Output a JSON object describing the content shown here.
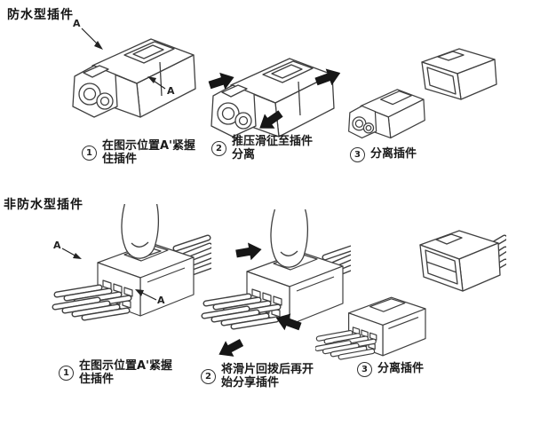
{
  "page": {
    "background": "#ffffff",
    "ink": "#3f3f3f",
    "text_color": "#161616"
  },
  "sections": [
    {
      "title": "防水型插件",
      "point_label": "A",
      "steps": [
        {
          "num": "1",
          "line1": "在图示位置A'紧握",
          "line2": "住插件"
        },
        {
          "num": "2",
          "line1": "推压滑征至插件",
          "line2": "分离"
        },
        {
          "num": "3",
          "line1": "分离插件",
          "line2": ""
        }
      ]
    },
    {
      "title": "非防水型插件",
      "point_label": "A",
      "steps": [
        {
          "num": "1",
          "line1": "在图示位置A'紧握",
          "line2": "住插件"
        },
        {
          "num": "2",
          "line1": "将滑片回拨后再开",
          "line2": "始分享插件"
        },
        {
          "num": "3",
          "line1": "分离插件",
          "line2": ""
        }
      ]
    }
  ]
}
